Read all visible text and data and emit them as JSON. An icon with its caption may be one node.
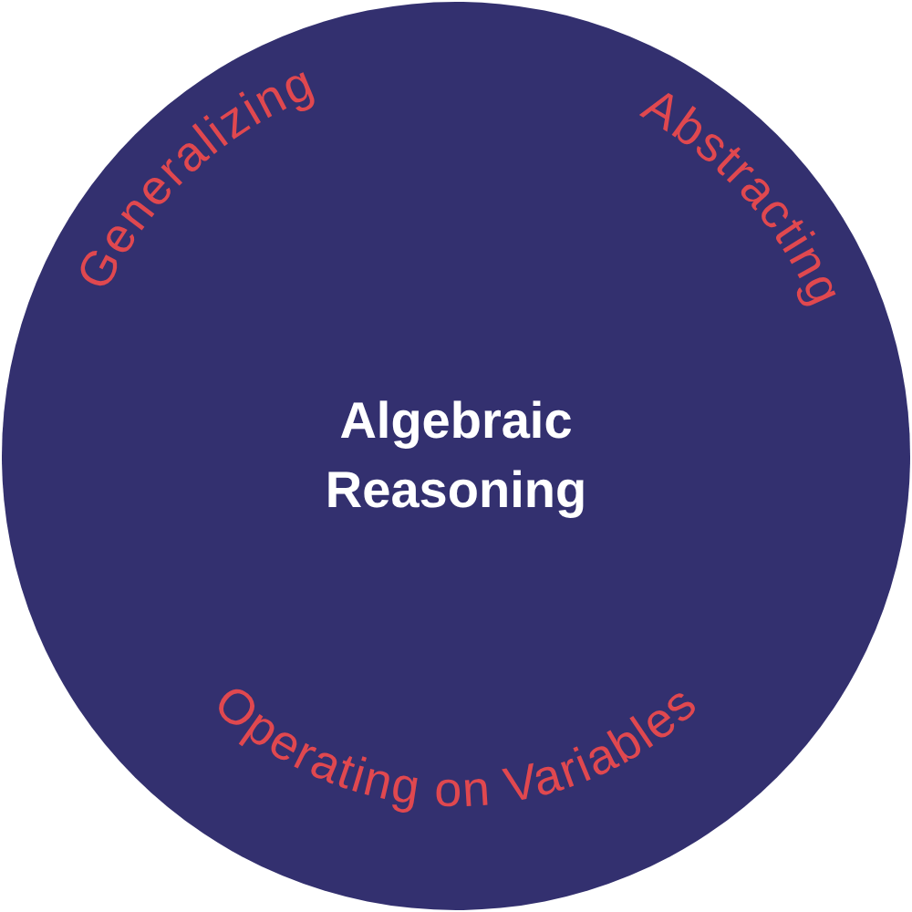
{
  "diagram": {
    "nodes": [
      {
        "text": [
          "Generalizing",
          "Abstracting",
          "Algebraic Reasoning",
          "Operating on Variables"
        ]
      }
    ]
  }
}
